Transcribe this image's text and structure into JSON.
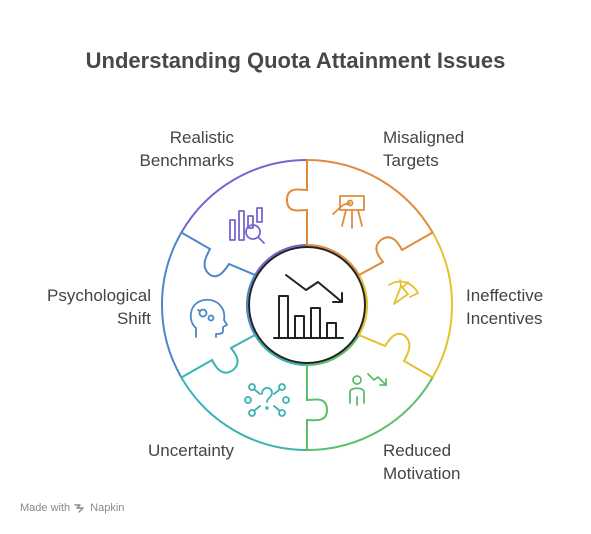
{
  "title": "Understanding Quota Attainment Issues",
  "segments": [
    {
      "id": "misaligned-targets",
      "lines": [
        "Misaligned",
        "Targets"
      ],
      "color": "#E08B3C",
      "icon": "target-board-icon"
    },
    {
      "id": "ineffective-incentives",
      "lines": [
        "Ineffective",
        "Incentives"
      ],
      "color": "#E3C22F",
      "icon": "carrot-stick-icon"
    },
    {
      "id": "reduced-motivation",
      "lines": [
        "Reduced",
        "Motivation"
      ],
      "color": "#5EBE6A",
      "icon": "person-downtrend-icon"
    },
    {
      "id": "uncertainty",
      "lines": [
        "Uncertainty"
      ],
      "color": "#3BB3B0",
      "icon": "question-network-icon"
    },
    {
      "id": "psychological-shift",
      "lines": [
        "Psychological",
        "Shift"
      ],
      "color": "#4C87C9",
      "icon": "head-gears-icon"
    },
    {
      "id": "realistic-benchmarks",
      "lines": [
        "Realistic",
        "Benchmarks"
      ],
      "color": "#7A63D2",
      "icon": "chart-magnifier-icon"
    }
  ],
  "center_icon": "declining-bar-chart-icon",
  "footer": {
    "prefix": "Made with",
    "brand": "Napkin",
    "icon": "napkin-logo-icon"
  }
}
